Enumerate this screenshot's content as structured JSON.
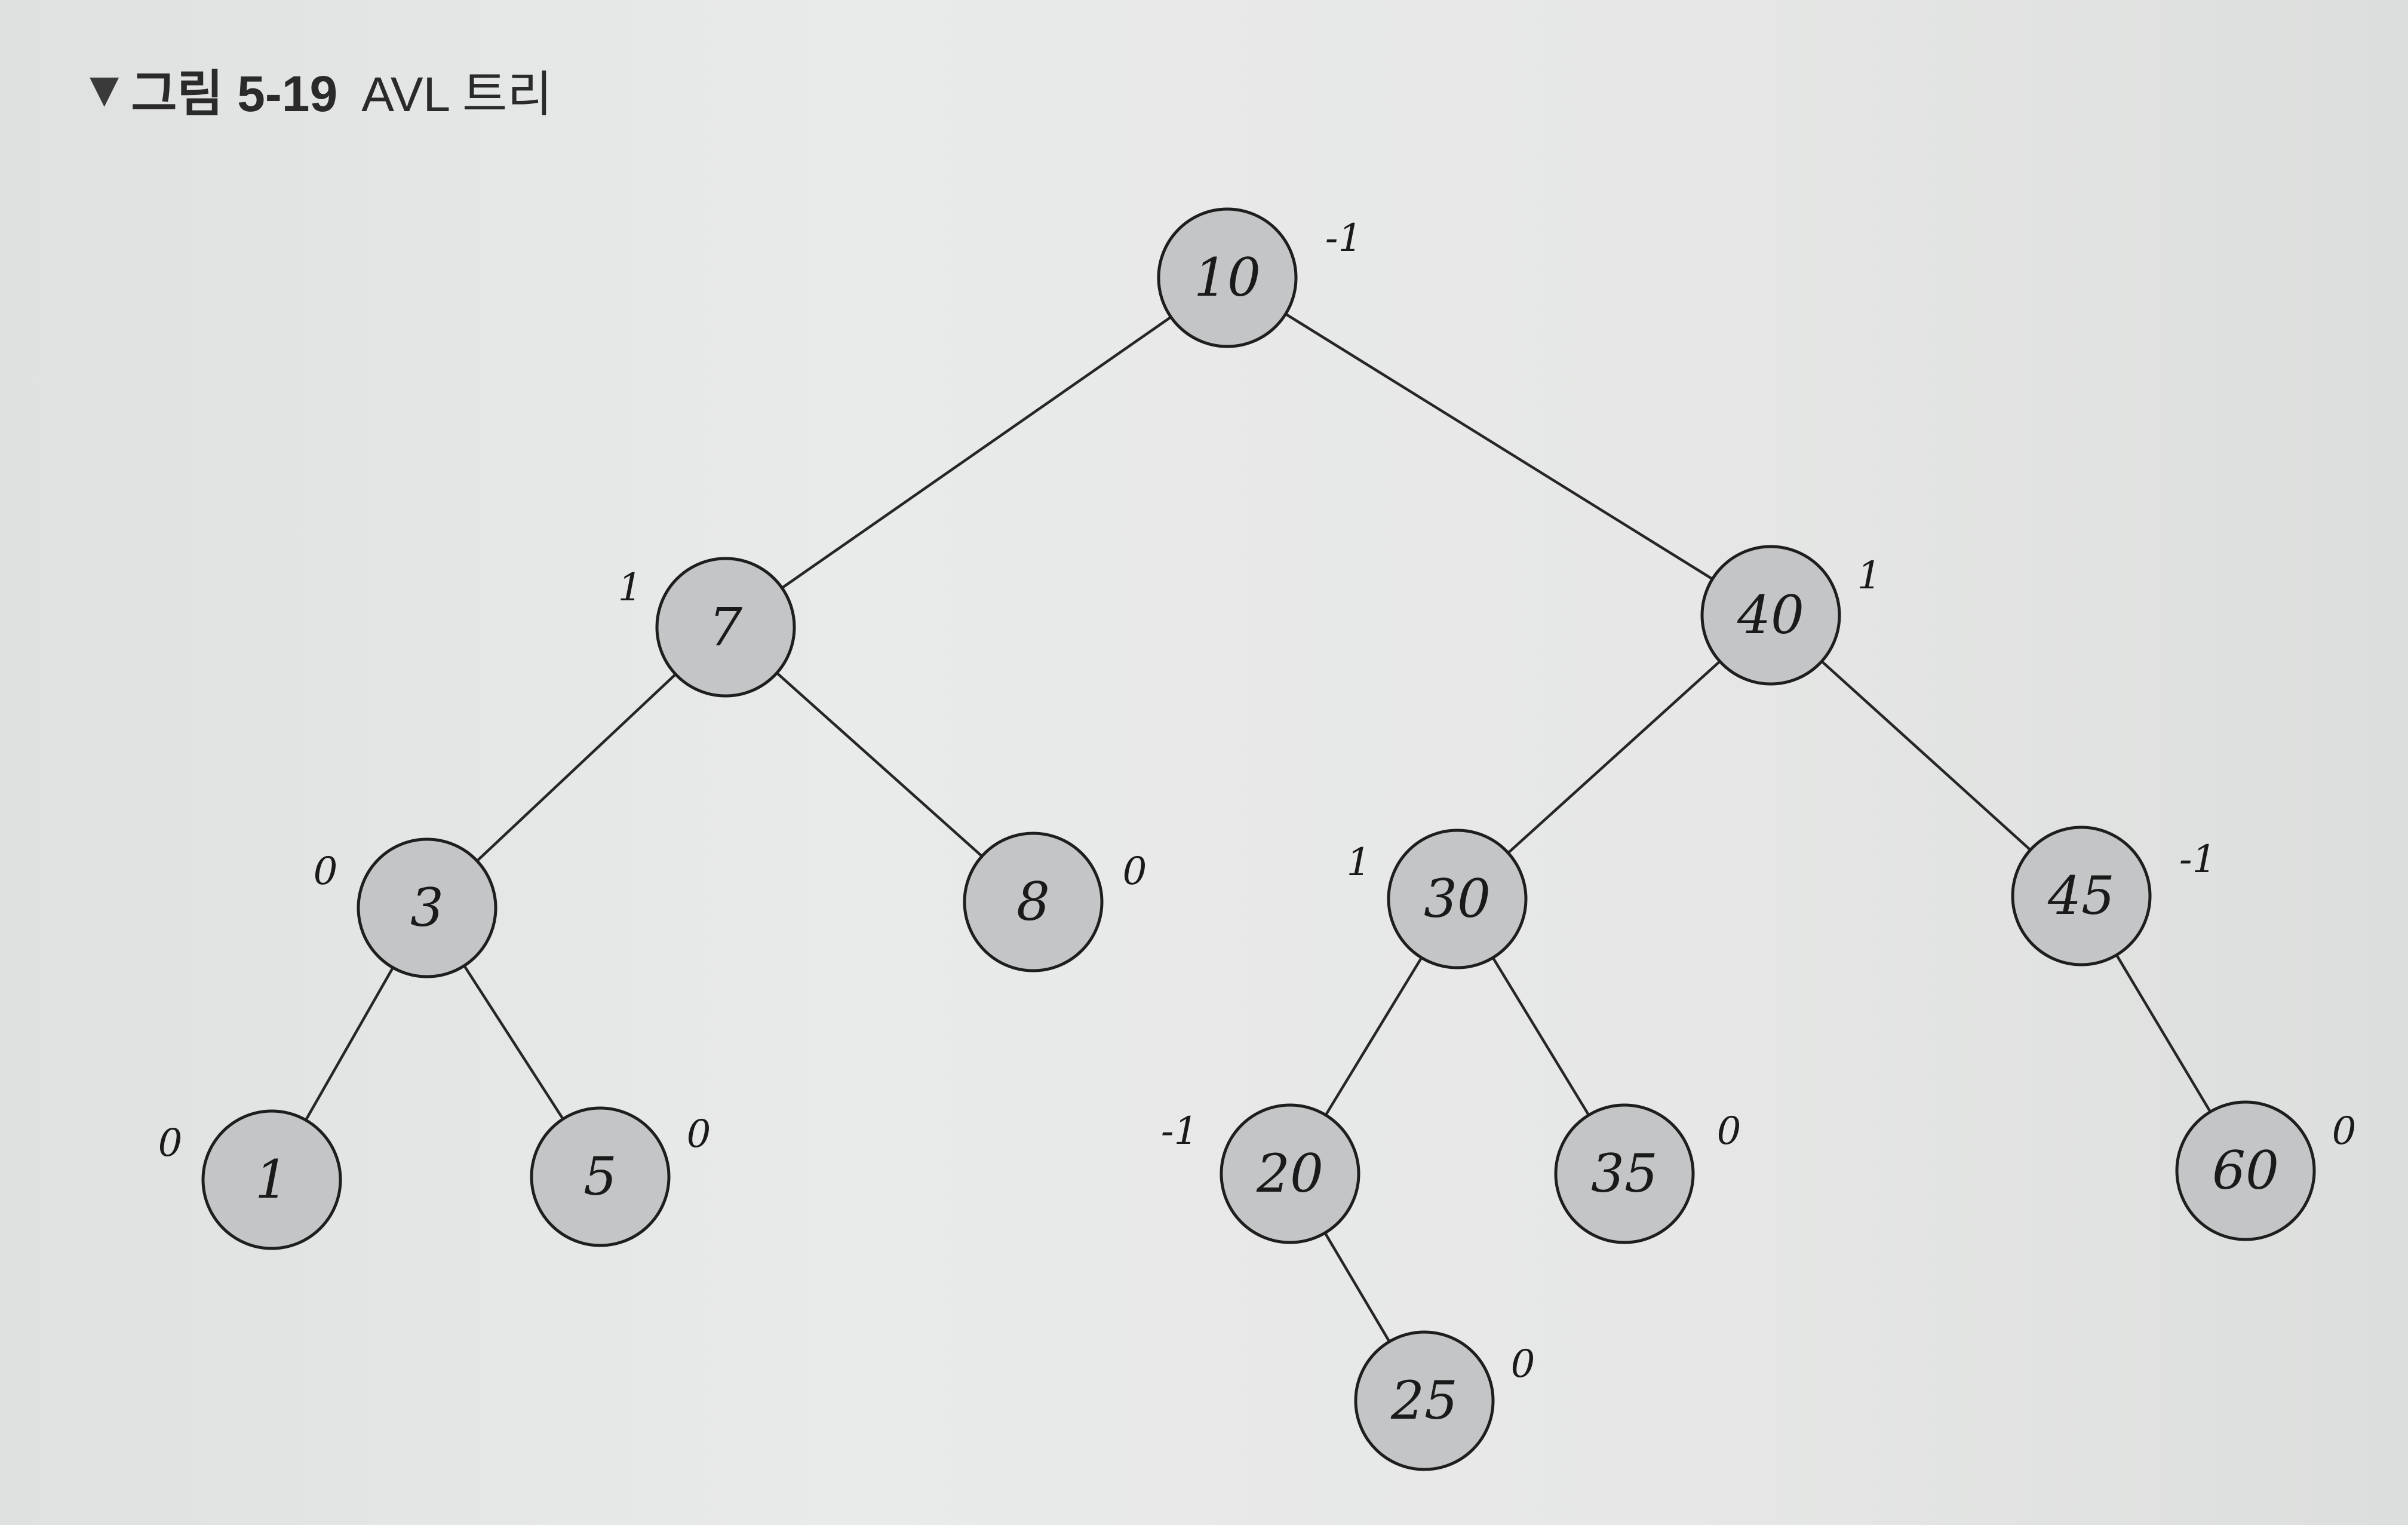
{
  "caption": {
    "marker": "▼",
    "figure_label": "그림 5-19",
    "figure_title": "AVL 트리"
  },
  "tree": {
    "nodes": [
      {
        "id": "n10",
        "key": "10",
        "balance_factor": "-1"
      },
      {
        "id": "n7",
        "key": "7",
        "balance_factor": "1"
      },
      {
        "id": "n40",
        "key": "40",
        "balance_factor": "1"
      },
      {
        "id": "n3",
        "key": "3",
        "balance_factor": "0"
      },
      {
        "id": "n8",
        "key": "8",
        "balance_factor": "0"
      },
      {
        "id": "n30",
        "key": "30",
        "balance_factor": "1"
      },
      {
        "id": "n45",
        "key": "45",
        "balance_factor": "-1"
      },
      {
        "id": "n1",
        "key": "1",
        "balance_factor": "0"
      },
      {
        "id": "n5",
        "key": "5",
        "balance_factor": "0"
      },
      {
        "id": "n20",
        "key": "20",
        "balance_factor": "-1"
      },
      {
        "id": "n35",
        "key": "35",
        "balance_factor": "0"
      },
      {
        "id": "n60",
        "key": "60",
        "balance_factor": "0"
      },
      {
        "id": "n25",
        "key": "25",
        "balance_factor": "0"
      }
    ],
    "edges": [
      [
        "n10",
        "n7"
      ],
      [
        "n10",
        "n40"
      ],
      [
        "n7",
        "n3"
      ],
      [
        "n7",
        "n8"
      ],
      [
        "n40",
        "n30"
      ],
      [
        "n40",
        "n45"
      ],
      [
        "n3",
        "n1"
      ],
      [
        "n3",
        "n5"
      ],
      [
        "n30",
        "n20"
      ],
      [
        "n30",
        "n35"
      ],
      [
        "n45",
        "n60"
      ],
      [
        "n20",
        "n25"
      ]
    ]
  }
}
